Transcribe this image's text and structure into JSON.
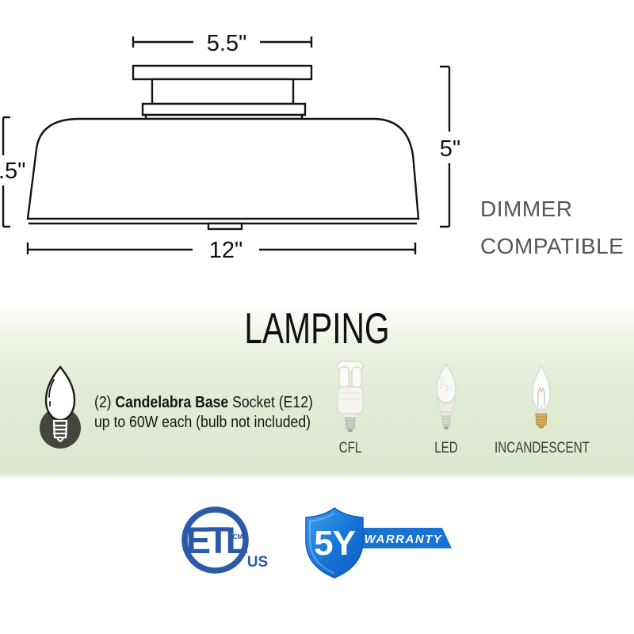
{
  "diagram": {
    "canopy_width": "5.5\"",
    "fixture_height": "5\"",
    "shade_height_partial": ".5\"",
    "shade_width": "12\"",
    "dimmer_note_line1": "DIMMER",
    "dimmer_note_line2": "COMPATIBLE"
  },
  "lamping": {
    "title": "LAMPING",
    "socket_prefix": "(2) ",
    "socket_bold": "Candelabra Base",
    "socket_suffix": " Socket (E12)",
    "socket_line2": "up to 60W each (bulb not included)",
    "bulbs": [
      {
        "label": "CFL"
      },
      {
        "label": "LED"
      },
      {
        "label": "INCANDESCENT"
      }
    ]
  },
  "certifications": {
    "etl_letters": "ETL",
    "etl_cm": "CM",
    "etl_region": "US",
    "warranty_years": "5Y",
    "warranty_label": "WARRANTY"
  },
  "colors": {
    "line_black": "#141414",
    "note_gray": "#54565a",
    "band_green": "#dde9cf",
    "etl_blue": "#2b5aa6",
    "shield_blue_light": "#3399ec",
    "shield_blue_dark": "#0c5ec2",
    "banner_blue": "#1a72d2",
    "incandescent_brass": "#d8b25c"
  }
}
